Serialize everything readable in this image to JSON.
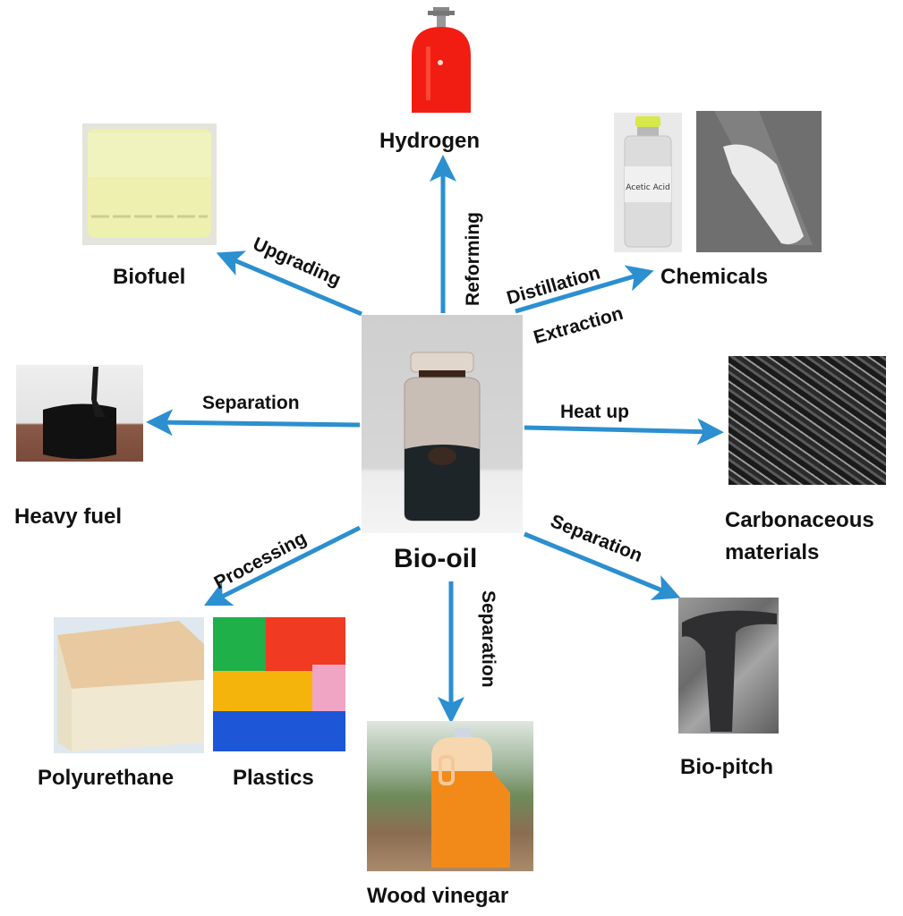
{
  "diagram": {
    "center": {
      "label": "Bio-oil",
      "image": "bio-oil-jar-photo"
    },
    "products": [
      {
        "id": "hydrogen",
        "label": "Hydrogen",
        "process": "Reforming",
        "image": "red-gas-cylinder"
      },
      {
        "id": "chemicals",
        "label": "Chemicals",
        "process": "Distillation",
        "process2": "Extraction",
        "image": "acetic-acid-vial-and-crystals",
        "vial_text": "Acetic Acid"
      },
      {
        "id": "carbonaceous",
        "label": "Carbonaceous",
        "label2": "materials",
        "process": "Heat up",
        "image": "sem-carbon-micrograph"
      },
      {
        "id": "bio-pitch",
        "label": "Bio-pitch",
        "process": "Separation",
        "image": "bio-pitch-sample"
      },
      {
        "id": "wood-vinegar",
        "label": "Wood vinegar",
        "process": "Separation",
        "image": "orange-jug-garden"
      },
      {
        "id": "polyurethane",
        "label": "Polyurethane",
        "process": "Processing",
        "image": "foam-block"
      },
      {
        "id": "plastics",
        "label": "Plastics",
        "image": "colored-plastic-pellets"
      },
      {
        "id": "heavy-fuel",
        "label": "Heavy fuel",
        "process": "Separation",
        "image": "black-oil-beaker"
      },
      {
        "id": "biofuel",
        "label": "Biofuel",
        "process": "Upgrading",
        "image": "yellow-liquid-beaker"
      }
    ],
    "colors": {
      "arrow": "#2b8fd0",
      "text": "#111111",
      "background": "#ffffff"
    }
  }
}
